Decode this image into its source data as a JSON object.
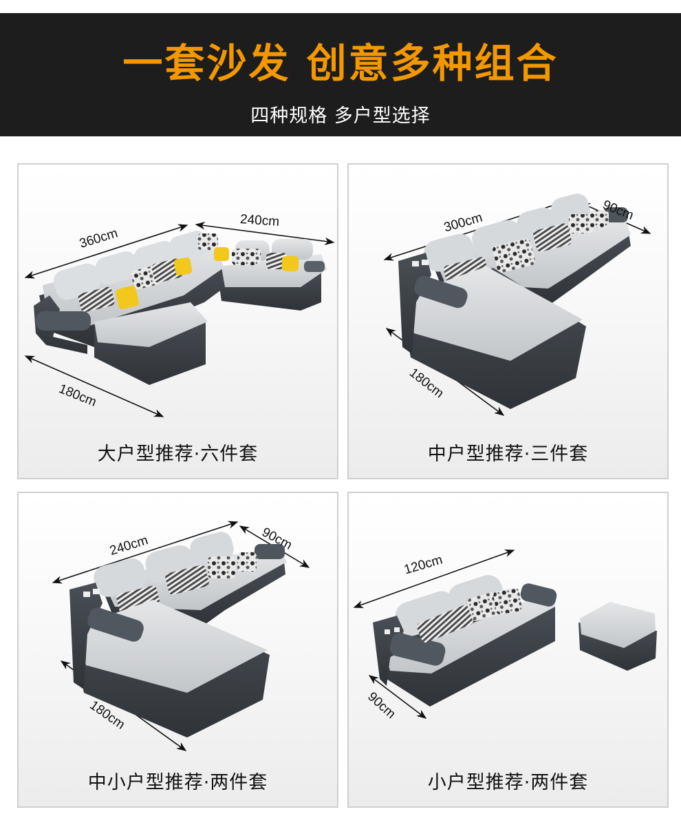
{
  "banner": {
    "title": "一套沙发 创意多种组合",
    "subtitle": "四种规格 多户型选择",
    "background_color": "#1d1d1d",
    "title_color": "#f39800",
    "subtitle_color": "#ffffff"
  },
  "cards": [
    {
      "label": "大户型推荐·六件套",
      "image": "u-shaped-sectional-sofa",
      "dimensions": {
        "d1": "360cm",
        "d2": "240cm",
        "d3": "180cm"
      }
    },
    {
      "label": "中户型推荐·三件套",
      "image": "l-shaped-chaise-sofa-large",
      "dimensions": {
        "d1": "300cm",
        "d2": "90cm",
        "d3": "180cm"
      }
    },
    {
      "label": "中小户型推荐·两件套",
      "image": "l-shaped-chaise-sofa-medium",
      "dimensions": {
        "d1": "240cm",
        "d2": "90cm",
        "d3": "180cm"
      }
    },
    {
      "label": "小户型推荐·两件套",
      "image": "loveseat-with-ottoman",
      "dimensions": {
        "d1": "120cm",
        "d2": "90cm"
      }
    }
  ],
  "colors": {
    "fabric_light": "#cfd2d5",
    "fabric_dark": "#3c4147",
    "accent_pillow": "#f2c81c",
    "card_border": "#cfcfcf"
  }
}
